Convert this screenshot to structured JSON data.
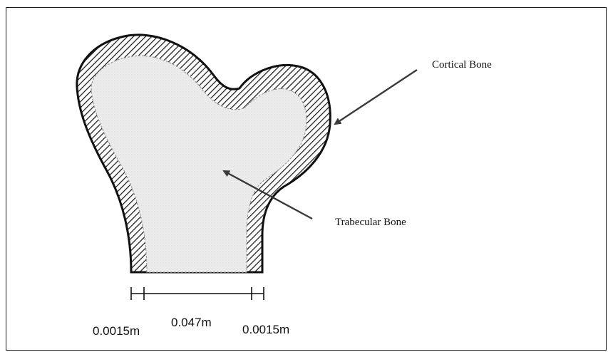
{
  "diagram": {
    "labels": {
      "cortical": "Cortical Bone",
      "trabecular": "Trabecular Bone"
    },
    "dimensions": {
      "left_wall": "0.0015m",
      "inner_width": "0.047m",
      "right_wall": "0.0015m"
    },
    "colors": {
      "outline": "#111111",
      "trabecular_fill": "#ececec",
      "hatch": "#2a2a2a",
      "arrow": "#3a3a3a"
    }
  }
}
